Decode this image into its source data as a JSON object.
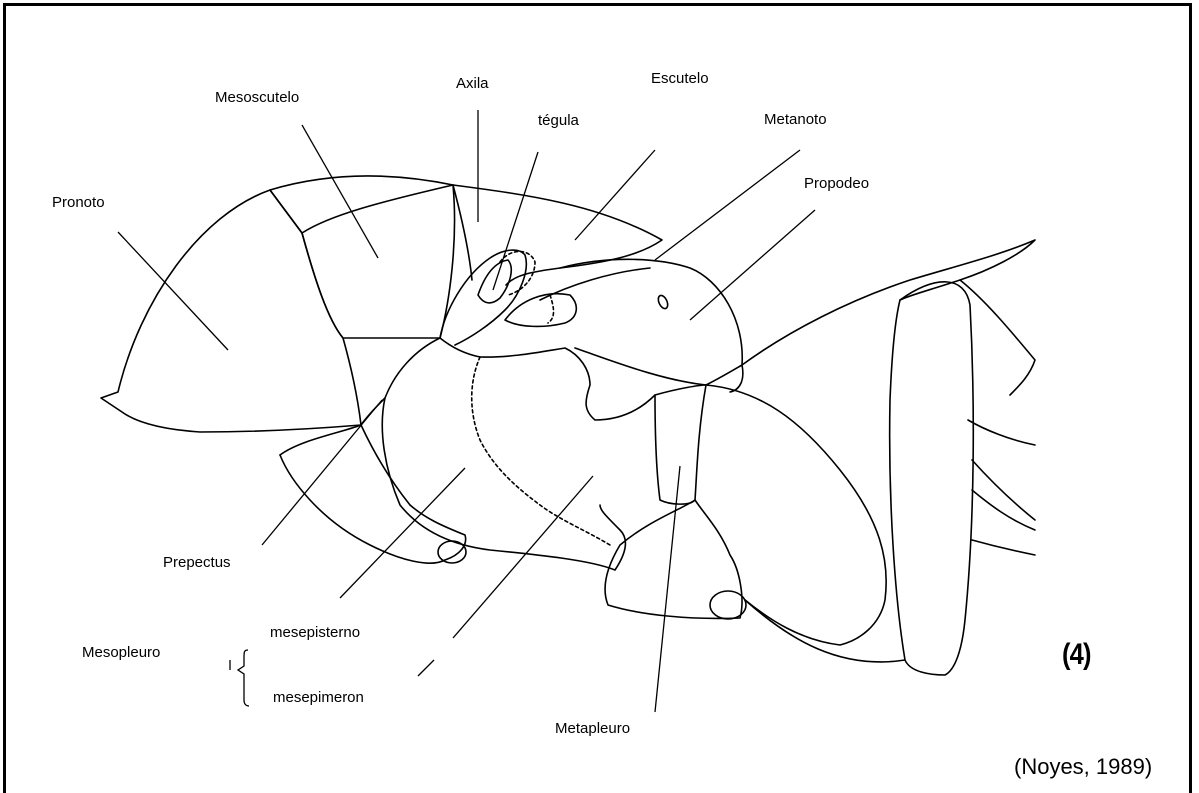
{
  "labels": {
    "axila": "Axila",
    "escutelo": "Escutelo",
    "mesoscutelo": "Mesoscutelo",
    "tegula": "tégula",
    "metanoto": "Metanoto",
    "pronoto": "Pronoto",
    "propodeo": "Propodeo",
    "prepectus": "Prepectus",
    "mesopleuro": "Mesopleuro",
    "mesepisterno": "mesepisterno",
    "mesepimeron": "mesepimeron",
    "metapleuro": "Metapleuro"
  },
  "figure_number": "(4)",
  "citation": "(Noyes, 1989)"
}
